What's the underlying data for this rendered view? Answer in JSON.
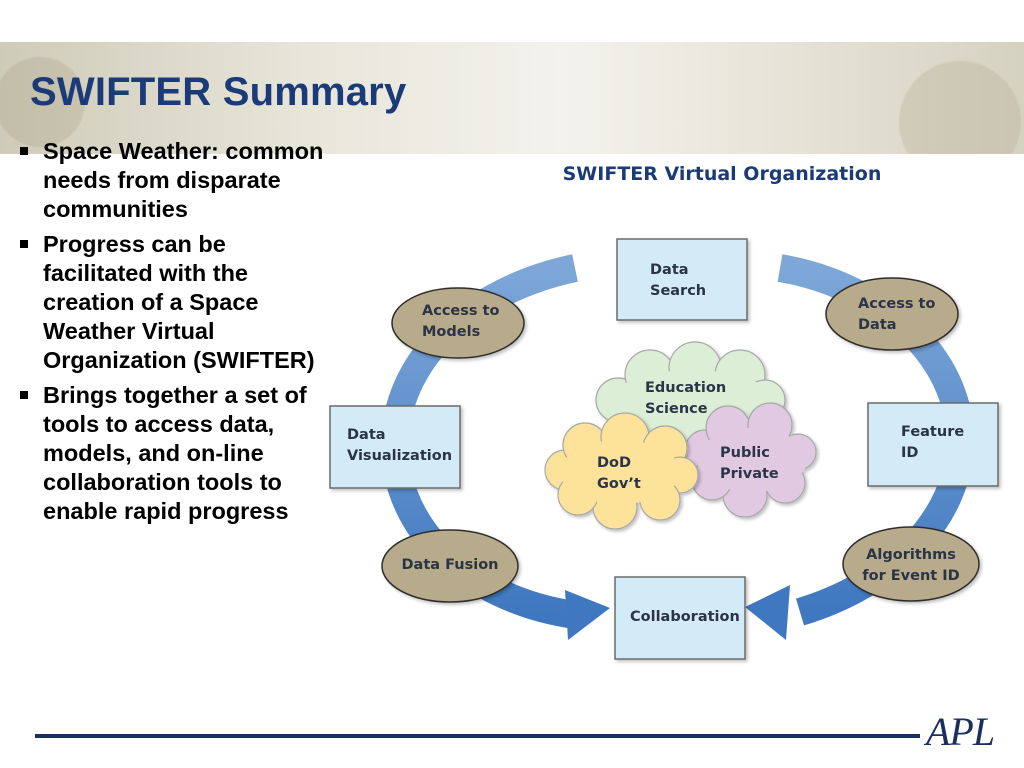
{
  "slide": {
    "title": "SWIFTER Summary",
    "bullets": [
      "Space Weather: common needs from disparate communities",
      "Progress can be facilitated with the creation of a Space Weather Virtual Organization (SWIFTER)",
      "Brings together a set of tools to access data, models, and on-line collaboration tools to enable rapid progress"
    ],
    "logo": "APL"
  },
  "diagram": {
    "title": "SWIFTER Virtual Organization",
    "boxes": {
      "data_search": [
        "Data",
        "Search"
      ],
      "feature_id": [
        "Feature",
        "ID"
      ],
      "data_visualization": [
        "Data",
        "Visualization"
      ],
      "collaboration": [
        "Collaboration"
      ]
    },
    "ovals": {
      "access_models": [
        "Access to",
        "Models"
      ],
      "access_data": [
        "Access to",
        "Data"
      ],
      "data_fusion": [
        "Data Fusion"
      ],
      "algorithms": [
        "Algorithms",
        "for Event ID"
      ]
    },
    "clouds": {
      "education": [
        "Education",
        "Science"
      ],
      "public": [
        "Public",
        "Private"
      ],
      "dod": [
        "DoD",
        "Gov’t"
      ]
    }
  },
  "colors": {
    "title_blue": "#1b3a78",
    "arrow_blue": "#4a7fc0",
    "box_fill": "#d3eaf7",
    "oval_fill": "#b8ab8b",
    "cloud_green": "#dcefd6",
    "cloud_purple": "#e2c9e2",
    "cloud_yellow": "#fde39a"
  }
}
